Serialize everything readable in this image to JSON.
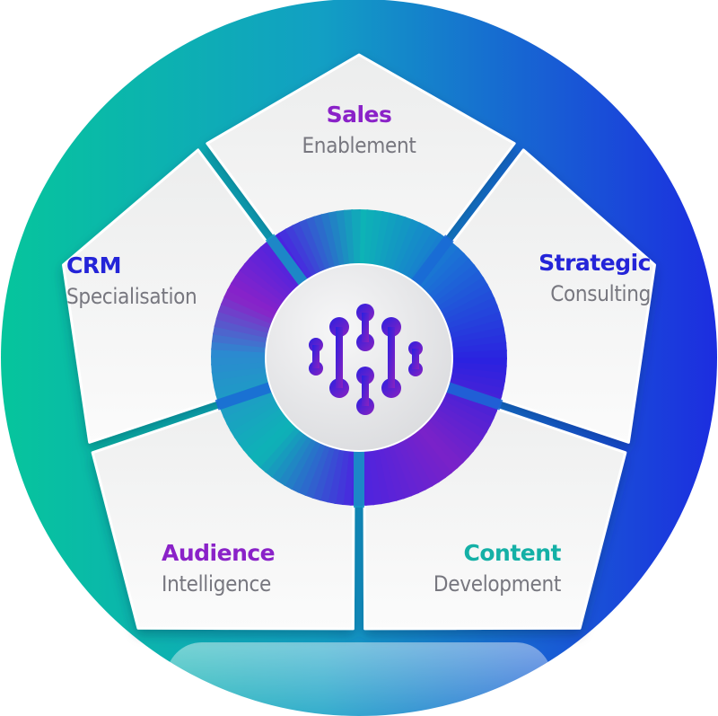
{
  "diagram": {
    "colors": {
      "outer_left": "#06c59c",
      "outer_mid": "#1497c6",
      "outer_right": "#1c2de0",
      "panel": "#f2f3f4",
      "ring_purple": "#8a22c8",
      "ring_blue": "#4a24e0",
      "ring_teal": "#0db3b6",
      "logo_start": "#2a20e0",
      "logo_end": "#8a22c0"
    },
    "logo_icon": "abstract-h-molecule-icon",
    "segments": [
      {
        "key": "sales",
        "title": "Sales",
        "subtitle": "Enablement",
        "title_color": "#8a22c8"
      },
      {
        "key": "strategic",
        "title": "Strategic",
        "subtitle": "Consulting",
        "title_color": "#2424d8"
      },
      {
        "key": "content",
        "title": "Content",
        "subtitle": "Development",
        "title_color": "#14b0a6"
      },
      {
        "key": "audience",
        "title": "Audience",
        "subtitle": "Intelligence",
        "title_color": "#8a22c8"
      },
      {
        "key": "crm",
        "title": "CRM",
        "subtitle": "Specialisation",
        "title_color": "#2424d8"
      }
    ]
  }
}
